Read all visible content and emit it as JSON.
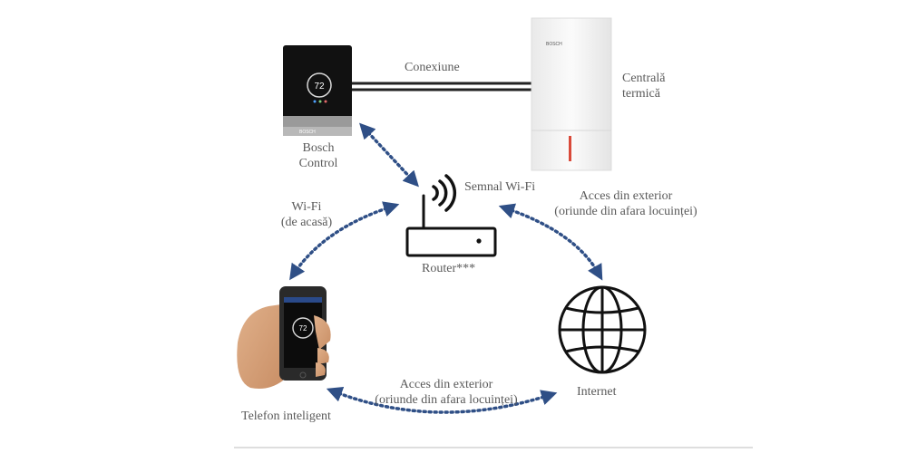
{
  "labels": {
    "conexiune": "Conexiune",
    "centrala_line1": "Centrală",
    "centrala_line2": "termică",
    "bosch_line1": "Bosch",
    "bosch_line2": "Control",
    "semnal_wifi": "Semnal Wi-Fi",
    "acces_top_line1": "Acces din exterior",
    "acces_top_line2": "(oriunde din afara locuinței)",
    "wifi_line1": "Wi-Fi",
    "wifi_line2": "(de acasă)",
    "router": "Router***",
    "internet": "Internet",
    "acces_bottom_line1": "Acces din exterior",
    "acces_bottom_line2": "(oriunde din afara locuinței)",
    "telefon": "Telefon inteligent"
  },
  "thermostat": {
    "temperature": "72",
    "brand": "BOSCH"
  },
  "phone": {
    "temperature": "72"
  },
  "boiler": {
    "brand": "BOSCH"
  },
  "colors": {
    "arrow": "#2f4f86",
    "line": "#222222",
    "label": "#5a5a5a"
  },
  "icons": [
    "wifi-icon",
    "router-icon",
    "globe-icon",
    "thermostat-device",
    "boiler-device",
    "smartphone-device"
  ]
}
